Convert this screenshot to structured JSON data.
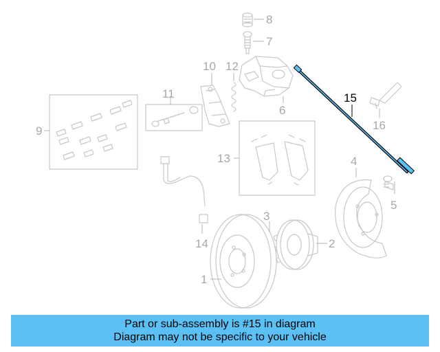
{
  "callouts": {
    "c1": "1",
    "c2": "2",
    "c3": "3",
    "c4": "4",
    "c5": "5",
    "c6": "6",
    "c7": "7",
    "c8": "8",
    "c9": "9",
    "c10": "10",
    "c11": "11",
    "c12": "12",
    "c13": "13",
    "c14": "14",
    "c15": "15",
    "c16": "16"
  },
  "highlight": {
    "part_number": "15",
    "color": "#5bc0f4"
  },
  "banner": {
    "line1": "Part or sub-assembly is #15 in diagram",
    "line2": "Diagram may not be specific to your vehicle",
    "background": "#5bc0f4"
  }
}
